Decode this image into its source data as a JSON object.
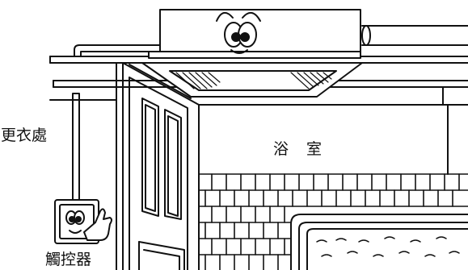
{
  "labels": {
    "changing_room": "更衣處",
    "bathroom": "浴 室",
    "controller": "觸控器"
  },
  "colors": {
    "line": "#111111",
    "background": "#ffffff"
  },
  "icons": {
    "heater_face": "cartoon-eyes-face",
    "controller_face": "cartoon-eyes-face",
    "controller_hand": "thumbs-up-hand"
  }
}
